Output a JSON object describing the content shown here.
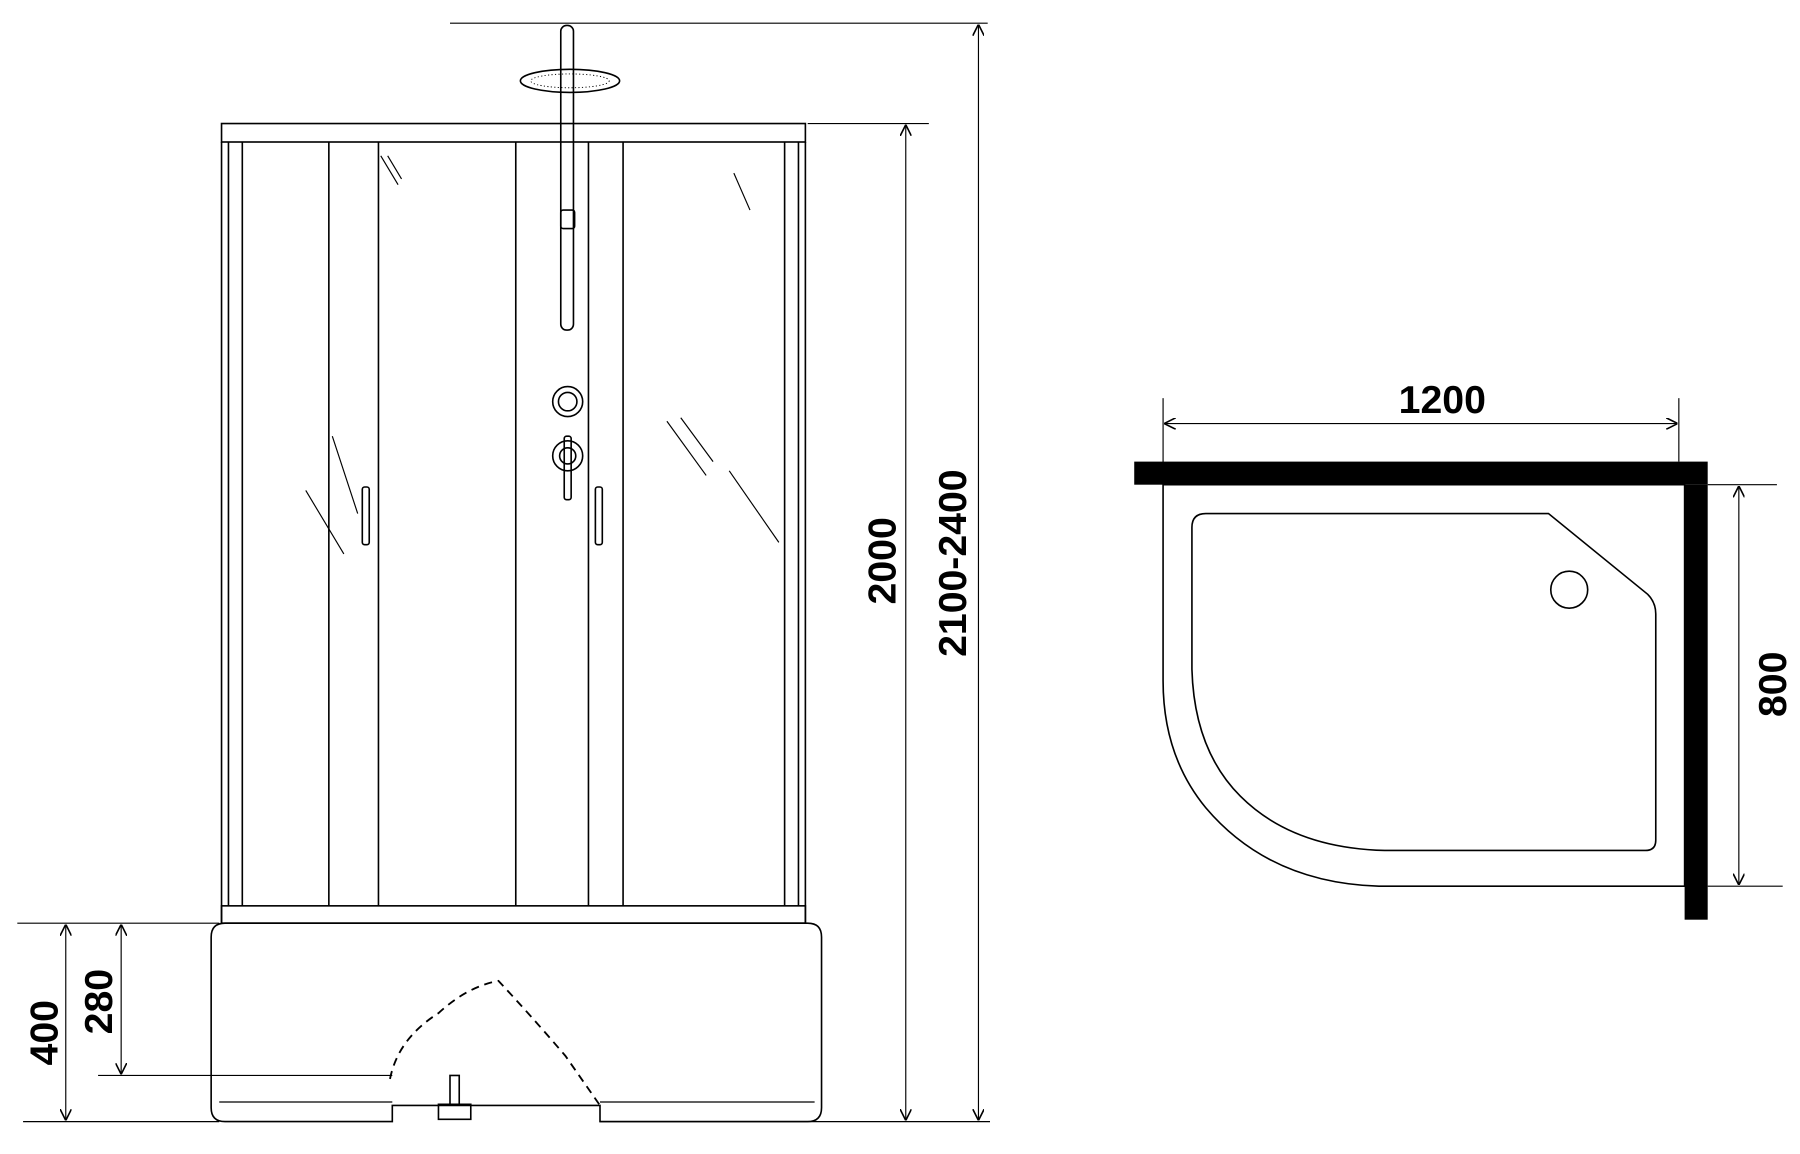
{
  "front_view": {
    "dimensions": {
      "total_height": "2100-2400",
      "cabin_height": "2000",
      "tray_height": "400",
      "tray_inner_height": "280"
    }
  },
  "plan_view": {
    "dimensions": {
      "width": "1200",
      "depth": "800"
    }
  },
  "colors": {
    "line": "#000000",
    "background": "#ffffff"
  }
}
